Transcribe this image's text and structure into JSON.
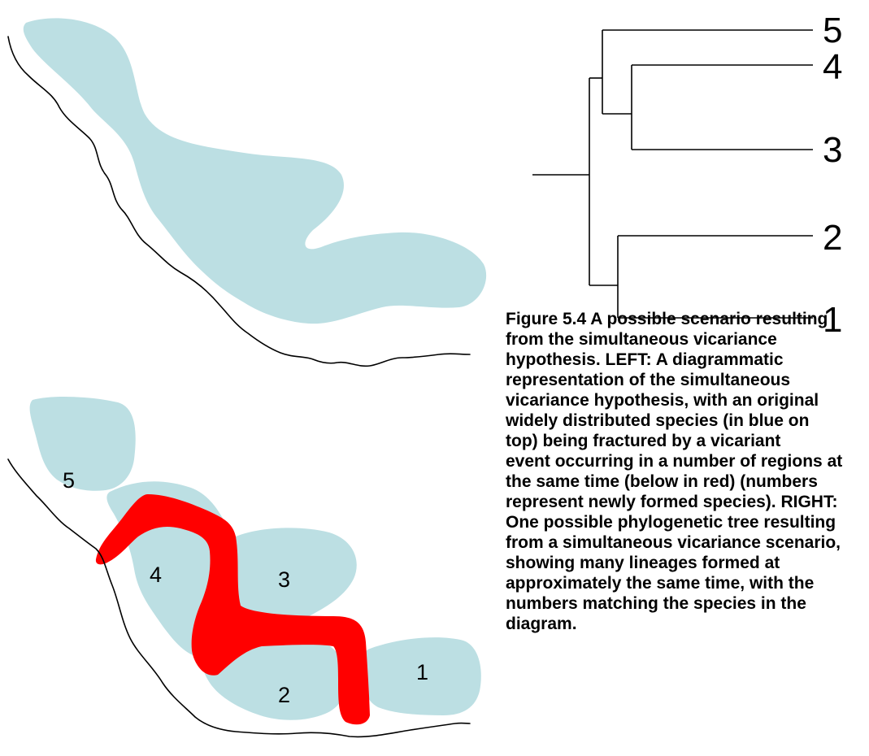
{
  "figure": {
    "map_labels": [
      "5",
      "4",
      "3",
      "2",
      "1"
    ],
    "tree_tip_labels": [
      "5",
      "4",
      "3",
      "2",
      "1"
    ],
    "colors": {
      "ancestral_range": "#bcdfe3",
      "vicariance_barrier": "#ff0000",
      "lines": "#000000"
    }
  },
  "caption": {
    "lines": [
      "Figure 5.4 A possible scenario resulting",
      "from the simultaneous vicariance",
      "hypothesis. LEFT: A diagrammatic",
      "representation of the simultaneous",
      "vicariance hypothesis, with an original",
      "widely distributed species (in blue on",
      "top) being fractured by a vicariant",
      "event occurring in a number of regions at",
      "the same time (below in red) (numbers",
      "represent newly formed species). RIGHT:",
      "One possible phylogenetic tree resulting",
      "from a simultaneous vicariance scenario,",
      "showing many lineages formed at",
      "approximately the same time, with the",
      "numbers matching the species in the",
      "diagram."
    ]
  }
}
